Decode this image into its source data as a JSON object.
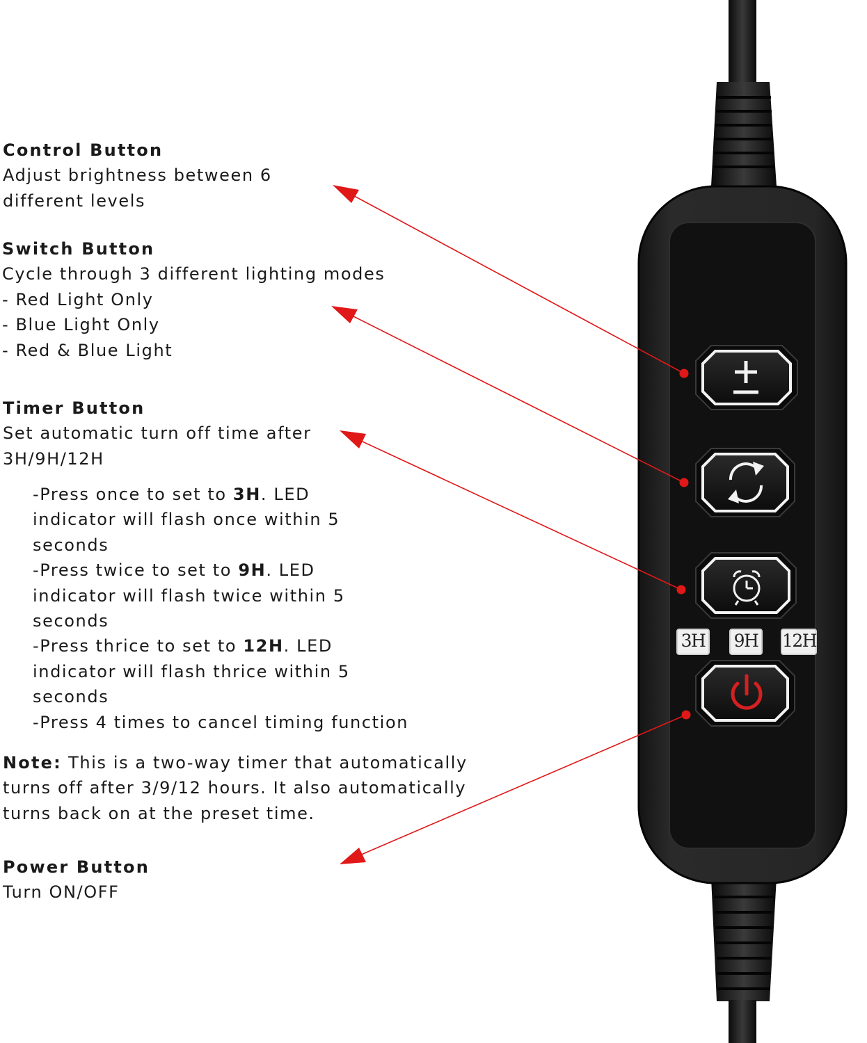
{
  "sections": {
    "control": {
      "title": "Control Button",
      "line1": "Adjust brightness between 6",
      "line2": "different levels"
    },
    "switch": {
      "title": "Switch Button",
      "line1": "Cycle through 3 different lighting modes",
      "modes": [
        "- Red Light Only",
        "- Blue Light Only",
        "- Red & Blue Light"
      ]
    },
    "timer": {
      "title": "Timer Button",
      "line1": "Set automatic turn off time after",
      "line2": "3H/9H/12H",
      "steps": [
        {
          "pre": "-Press once to set to ",
          "value": "3H",
          "post": ". LED",
          "line2": "indicator will flash once within 5",
          "line3": "seconds"
        },
        {
          "pre": "-Press twice to set to ",
          "value": "9H",
          "post": ". LED",
          "line2": "indicator will flash twice within 5",
          "line3": "seconds"
        },
        {
          "pre": "-Press thrice to set to ",
          "value": "12H",
          "post": ". LED",
          "line2": "indicator will flash thrice within 5",
          "line3": "seconds"
        }
      ],
      "cancel": "-Press 4 times to cancel timing function"
    },
    "note": {
      "label": "Note:",
      "line1": " This is a two-way timer that automatically",
      "line2": "turns off after 3/9/12 hours. It also automatically",
      "line3": "turns back on at the preset time."
    },
    "power": {
      "title": "Power Button",
      "line1": "Turn ON/OFF"
    }
  },
  "device": {
    "timer_labels": [
      "3H",
      "9H",
      "12H"
    ],
    "buttons": [
      "brightness-plus-minus",
      "mode-cycle",
      "timer-alarm-clock",
      "power"
    ],
    "colors": {
      "arrow": "#e01818",
      "body": "#1b1b1b",
      "panel": "#101010",
      "power_icon": "#d42020"
    }
  }
}
